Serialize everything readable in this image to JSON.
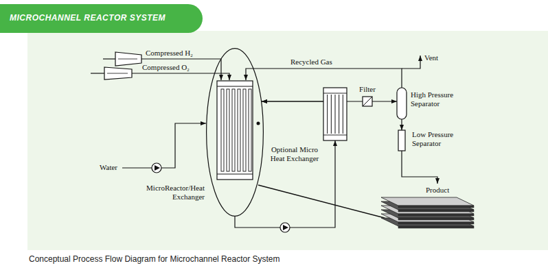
{
  "diagram": {
    "title": "MICROCHANNEL REACTOR SYSTEM",
    "caption": "Conceptual Process Flow Diagram for Microchannel Reactor System",
    "nodes": [
      {
        "text": [
          "MicroReactor/Heat Exchanger"
        ]
      },
      {
        "text": [
          "Optional Micro Heat Exchanger"
        ]
      },
      {
        "text": [
          "Filter"
        ]
      },
      {
        "text": [
          "High Pressure Separator"
        ]
      },
      {
        "text": [
          "Low Pressure Separator"
        ]
      }
    ],
    "edges": [
      {
        "from": 0,
        "to": 1,
        "arrow": "to"
      },
      {
        "from": 1,
        "to": 0,
        "arrow": "to"
      },
      {
        "from": 2,
        "to": 0,
        "arrow": "to"
      },
      {
        "from": 2,
        "to": 3,
        "arrow": "to"
      },
      {
        "from": 3,
        "to": 0,
        "arrow": "to",
        "label": "Recycled Gas"
      },
      {
        "from": 3,
        "to": 4,
        "arrow": "to"
      }
    ],
    "labels": [
      "Compressed H₂",
      "Compressed O₂",
      "Water",
      "Vent",
      "Product"
    ]
  }
}
